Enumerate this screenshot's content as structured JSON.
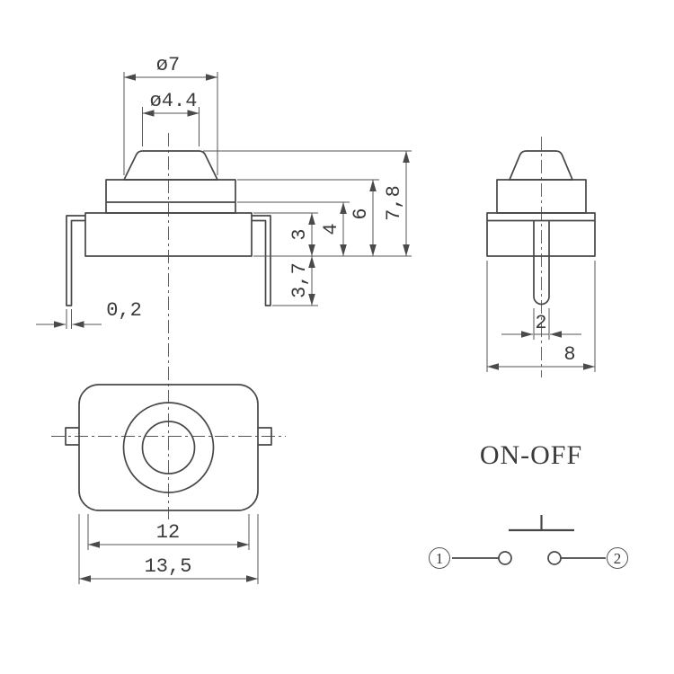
{
  "drawing": {
    "front_view": {
      "dim_cap_diameter": "ø7",
      "dim_stem_diameter": "ø4.4",
      "dim_total_height": "7,8",
      "dim_upper_height": "6",
      "dim_mid_height": "4",
      "dim_body_height": "3",
      "dim_lead_length": "3,7",
      "dim_lead_thickness": "0,2"
    },
    "side_view": {
      "dim_pin_width": "2",
      "dim_depth": "8"
    },
    "bottom_view": {
      "dim_mount_width": "12",
      "dim_overall_width": "13,5"
    },
    "schematic": {
      "label": "ON-OFF",
      "terminal_left": "1",
      "terminal_right": "2"
    }
  },
  "colors": {
    "background": "#ffffff",
    "object_line": "#474747",
    "thin_line": "#565656",
    "text": "#3a3a3a"
  }
}
